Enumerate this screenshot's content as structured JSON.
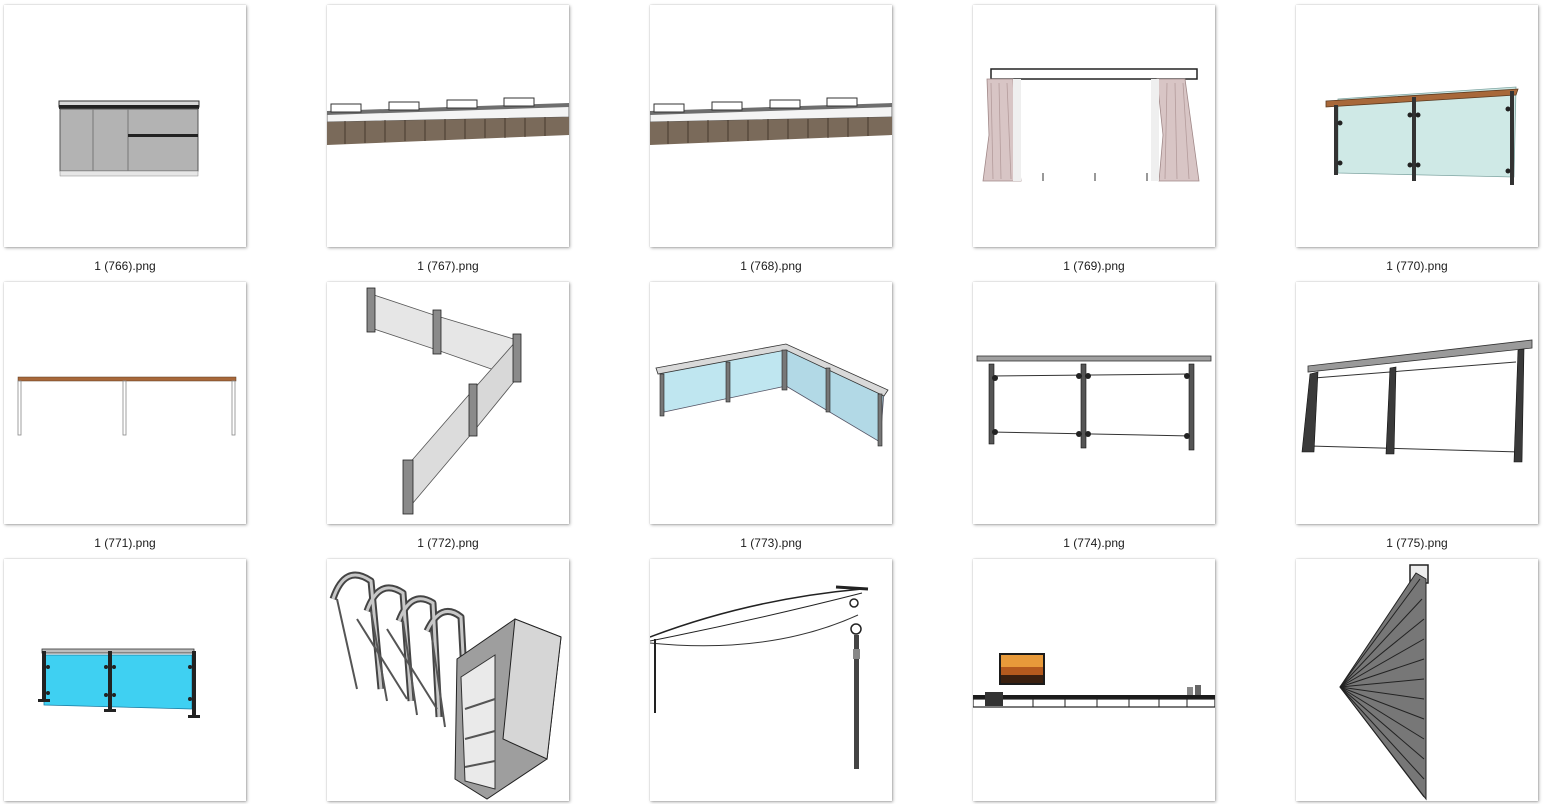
{
  "files": [
    {
      "name": "1 (766).png",
      "thumbnail": "kitchen-cabinet"
    },
    {
      "name": "1 (767).png",
      "thumbnail": "vanity-counter-sinks"
    },
    {
      "name": "1 (768).png",
      "thumbnail": "vanity-counter-sinks"
    },
    {
      "name": "1 (769).png",
      "thumbnail": "curtains-frame"
    },
    {
      "name": "1 (770).png",
      "thumbnail": "glass-railing-wood-handrail"
    },
    {
      "name": "1 (771).png",
      "thumbnail": "wood-handrail-posts"
    },
    {
      "name": "1 (772).png",
      "thumbnail": "glass-partition-zigzag"
    },
    {
      "name": "1 (773).png",
      "thumbnail": "glass-railing-corner"
    },
    {
      "name": "1 (774).png",
      "thumbnail": "steel-cable-railing"
    },
    {
      "name": "1 (775).png",
      "thumbnail": "steel-cable-railing-perspective"
    },
    {
      "name": "",
      "thumbnail": "blue-glass-railing"
    },
    {
      "name": "",
      "thumbnail": "arched-steel-frames"
    },
    {
      "name": "",
      "thumbnail": "power-cable-poles"
    },
    {
      "name": "",
      "thumbnail": "tv-shelf"
    },
    {
      "name": "",
      "thumbnail": "pleated-blind"
    }
  ]
}
